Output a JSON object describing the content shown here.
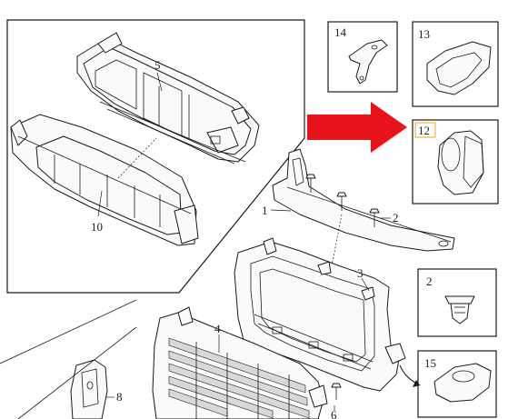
{
  "callouts": {
    "c1": "1",
    "c2": "2",
    "c3": "3",
    "c4": "4",
    "c5": "5",
    "c6": "6",
    "c8": "8",
    "c10": "10",
    "c12": "12",
    "c13": "13",
    "c14": "14",
    "c15": "15",
    "c2_box": "2"
  },
  "colors": {
    "arrow": "#e8141b",
    "highlight_box": "#f0b43c",
    "line": "#1a1a1a"
  }
}
